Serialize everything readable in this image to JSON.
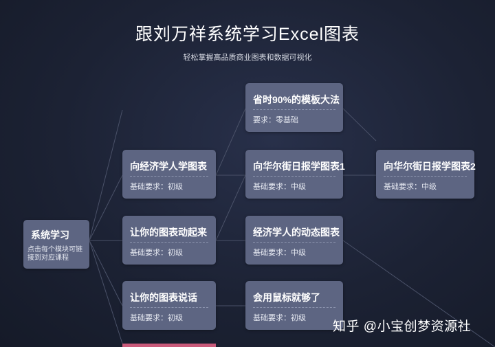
{
  "header": {
    "title": "跟刘万祥系统学习Excel图表",
    "subtitle": "轻松掌握高品质商业图表和数据可视化"
  },
  "root": {
    "title": "系统学习",
    "desc": "点击每个模块可链接到对应课程"
  },
  "cards": {
    "economist_chart": {
      "title": "向经济学人学图表",
      "req": "基础要求：初级"
    },
    "dynamic_chart": {
      "title": "让你的图表动起来",
      "req": "基础要求：初级"
    },
    "talking_chart": {
      "title": "让你的图表说话",
      "req": "基础要求：初级"
    },
    "template_method": {
      "title": "省时90%的模板大法",
      "req": "要求：零基础"
    },
    "wsj_chart_1": {
      "title": "向华尔街日报学图表1",
      "req": "基础要求：中级"
    },
    "economist_dynamic": {
      "title": "经济学人的动态图表",
      "req": "基础要求：中级"
    },
    "mouse_enough": {
      "title": "会用鼠标就够了",
      "req": "基础要求：初级"
    },
    "wsj_chart_2": {
      "title": "向华尔街日报学图表2",
      "req": "基础要求：中级"
    }
  },
  "watermark": "知乎 @小宝创梦资源社",
  "colors": {
    "background": "#1c2234",
    "card": "#5d6582",
    "line": "#4a5168"
  }
}
